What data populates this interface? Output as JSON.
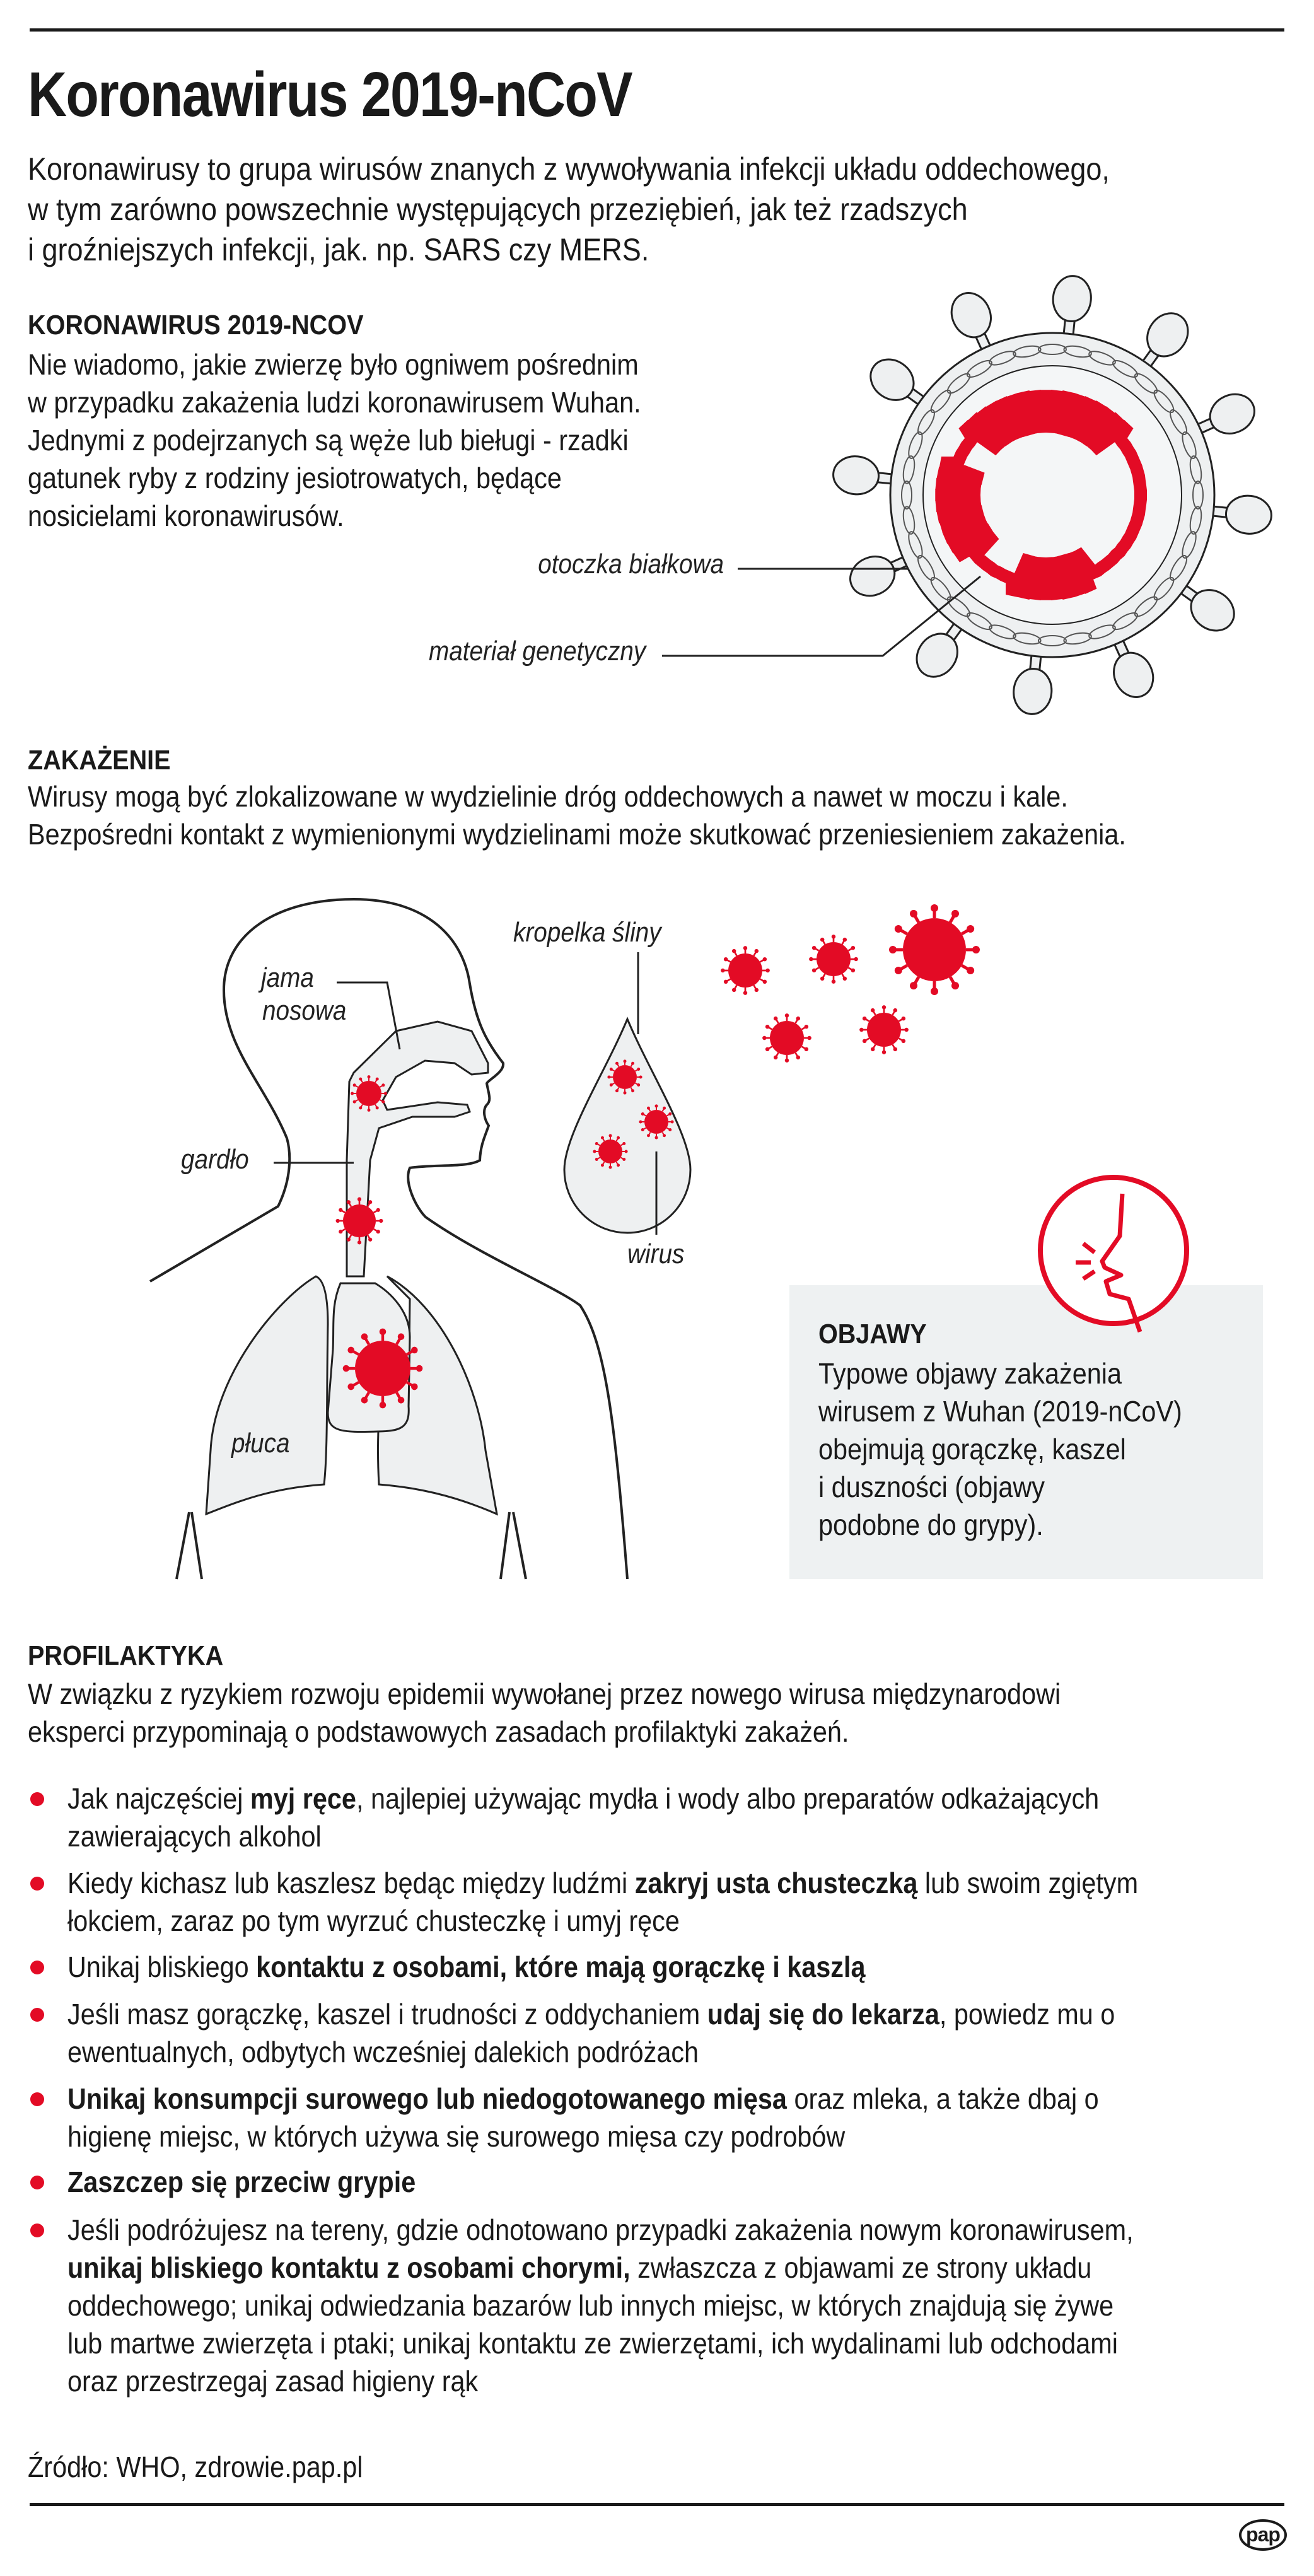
{
  "colors": {
    "accent": "#e30b25",
    "panel": "#eef1f2",
    "fill": "#eef0f1",
    "ink": "#1a1a1a"
  },
  "title": "Koronawirus 2019-nCoV",
  "intro": [
    "Koronawirusy to grupa wirusów znanych z wywoływania infekcji układu oddechowego,",
    "w tym zarówno powszechnie występujących przeziębień, jak też rzadszych",
    "i groźniejszych infekcji, jak. np. SARS czy MERS."
  ],
  "koronawirus": {
    "heading": "KORONAWIRUS 2019-NCOV",
    "lines": [
      "Nie wiadomo, jakie zwierzę było ogniwem pośrednim",
      "w przypadku zakażenia ludzi koronawirusem Wuhan.",
      "Jednymi z podejrzanych są węże lub bieługi - rzadki",
      "gatunek ryby z rodziny jesiotrowatych, będące",
      "nosicielami koronawirusów."
    ],
    "label_envelope": "otoczka białkowa",
    "label_genetic": "materiał genetyczny"
  },
  "zakazenie": {
    "heading": "ZAKAŻENIE",
    "lines": [
      "Wirusy mogą być zlokalizowane w wydzielinie dróg oddechowych a nawet w moczu i kale.",
      "Bezpośredni kontakt z wymienionymi wydzielinami może skutkować przeniesieniem zakażenia."
    ],
    "label_nasal_1": "jama",
    "label_nasal_2": "nosowa",
    "label_throat": "gardło",
    "label_lungs": "płuca",
    "label_droplet": "kropelka śliny",
    "label_virus": "wirus"
  },
  "objawy": {
    "heading": "OBJAWY",
    "lines": [
      "Typowe objawy zakażenia",
      "wirusem z Wuhan (2019-nCoV)",
      "obejmują gorączkę, kaszel",
      "i duszności (objawy",
      "podobne do grypy)."
    ]
  },
  "profilaktyka": {
    "heading": "PROFILAKTYKA",
    "lines": [
      "W związku z ryzykiem rozwoju epidemii wywołanej przez nowego wirusa międzynarodowi",
      "eksperci przypominają o podstawowych zasadach profilaktyki zakażeń."
    ],
    "bullets": [
      {
        "lines": [
          [
            [
              "Jak najczęściej ",
              0
            ],
            [
              "myj ręce",
              1
            ],
            [
              ", najlepiej używając mydła i wody albo preparatów odkażających",
              0
            ]
          ],
          [
            [
              "zawierających alkohol",
              0
            ]
          ]
        ]
      },
      {
        "lines": [
          [
            [
              "Kiedy kichasz lub kaszlesz będąc między ludźmi ",
              0
            ],
            [
              "zakryj usta chusteczką",
              1
            ],
            [
              " lub swoim zgiętym",
              0
            ]
          ],
          [
            [
              "łokciem, zaraz po tym wyrzuć chusteczkę i umyj ręce",
              0
            ]
          ]
        ]
      },
      {
        "lines": [
          [
            [
              "Unikaj bliskiego ",
              0
            ],
            [
              "kontaktu z osobami, które mają gorączkę i kaszlą",
              1
            ]
          ]
        ]
      },
      {
        "lines": [
          [
            [
              "Jeśli masz gorączkę, kaszel i trudności z oddychaniem ",
              0
            ],
            [
              "udaj się do lekarza",
              1
            ],
            [
              ", powiedz mu o",
              0
            ]
          ],
          [
            [
              "ewentualnych, odbytych wcześniej dalekich podróżach",
              0
            ]
          ]
        ]
      },
      {
        "lines": [
          [
            [
              "Unikaj konsumpcji surowego lub niedogotowanego mięsa",
              1
            ],
            [
              " oraz mleka, a także dbaj o",
              0
            ]
          ],
          [
            [
              "higienę miejsc, w których używa się surowego mięsa czy podrobów",
              0
            ]
          ]
        ]
      },
      {
        "lines": [
          [
            [
              "Zaszczep się przeciw grypie",
              1
            ]
          ]
        ]
      },
      {
        "lines": [
          [
            [
              "Jeśli podróżujesz na tereny, gdzie odnotowano przypadki zakażenia nowym koronawirusem,",
              0
            ]
          ],
          [
            [
              "unikaj bliskiego kontaktu z osobami chorymi,",
              1
            ],
            [
              " zwłaszcza z objawami ze strony układu",
              0
            ]
          ],
          [
            [
              "oddechowego; unikaj odwiedzania bazarów lub innych miejsc, w których znajdują się żywe",
              0
            ]
          ],
          [
            [
              "lub martwe zwierzęta i ptaki; unikaj kontaktu ze zwierzętami, ich wydalinami lub odchodami",
              0
            ]
          ],
          [
            [
              "oraz przestrzegaj zasad higieny rąk",
              0
            ]
          ]
        ]
      }
    ]
  },
  "source": "Źródło: WHO, zdrowie.pap.pl",
  "logo": "pap"
}
